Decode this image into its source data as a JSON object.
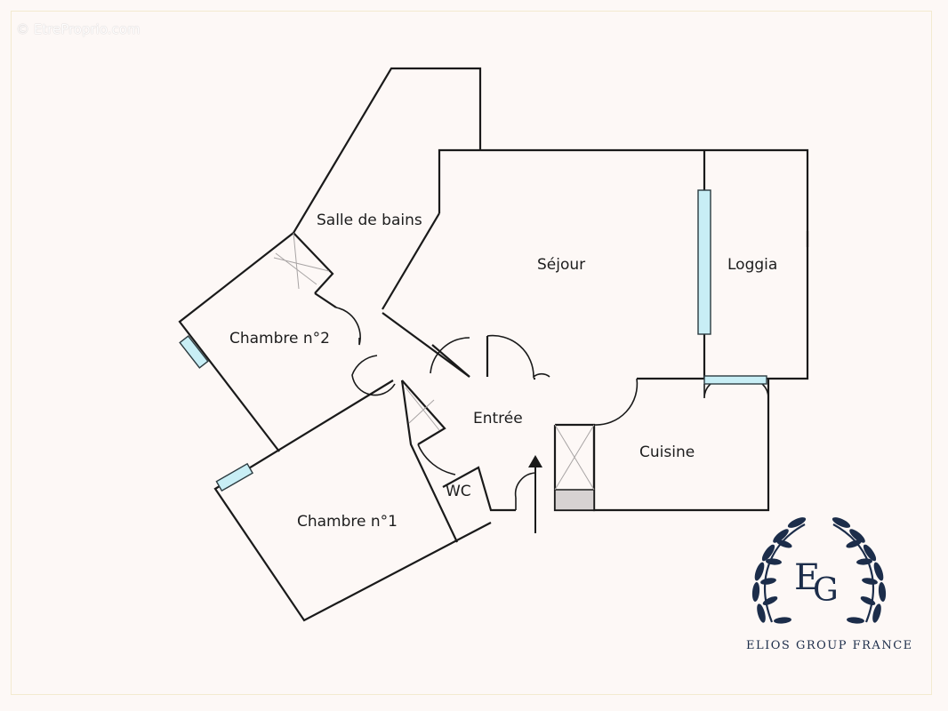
{
  "watermark": "© EtreProprio.com",
  "rooms": {
    "salle_de_bains": "Salle de bains",
    "sejour": "Séjour",
    "loggia": "Loggia",
    "chambre_2": "Chambre n°2",
    "entree": "Entrée",
    "cuisine": "Cuisine",
    "wc": "WC",
    "chambre_1": "Chambre n°1"
  },
  "logo": {
    "monogram_e": "E",
    "monogram_g": "G",
    "company": "ELIOS GROUP FRANCE"
  },
  "colors": {
    "background": "#fdf8f6",
    "wall": "#1a1a1a",
    "window": "#c8eef5",
    "brand": "#1c2d4a"
  }
}
